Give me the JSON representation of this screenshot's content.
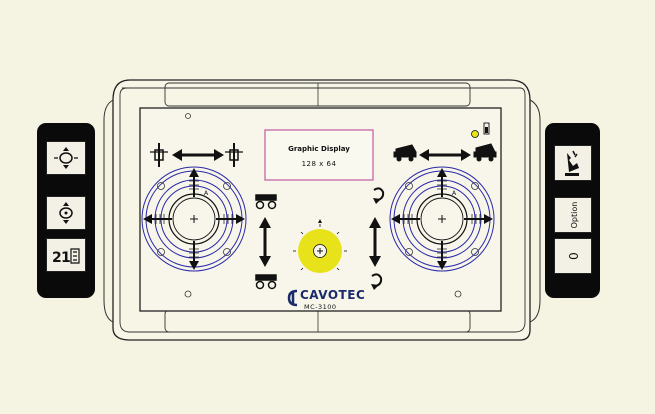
{
  "display": {
    "line1": "Graphic Display",
    "line2": "128 x 64"
  },
  "brand": {
    "name": "CAVOTEC",
    "model": "MC-3100"
  },
  "right_keys": {
    "option_label": "Option",
    "zero_label": "0"
  },
  "joystick_marks": [
    "A",
    "A"
  ],
  "icons": {
    "left_keys": [
      "rotate-vertical-icon",
      "rotate-horizontal-icon",
      "tool-select-icon"
    ],
    "right_keys": [
      "hand-tool-icon",
      "option-key",
      "zero-key"
    ],
    "top_left": [
      "crane-left-icon",
      "crane-right-icon"
    ],
    "top_right": [
      "vehicle-left-icon",
      "vehicle-right-icon"
    ]
  },
  "colors": {
    "joystick_ring": "#2a2aa8",
    "center_knob": "#e8e21a",
    "display_border": "#c45aa0",
    "background": "#f5f3e2"
  }
}
